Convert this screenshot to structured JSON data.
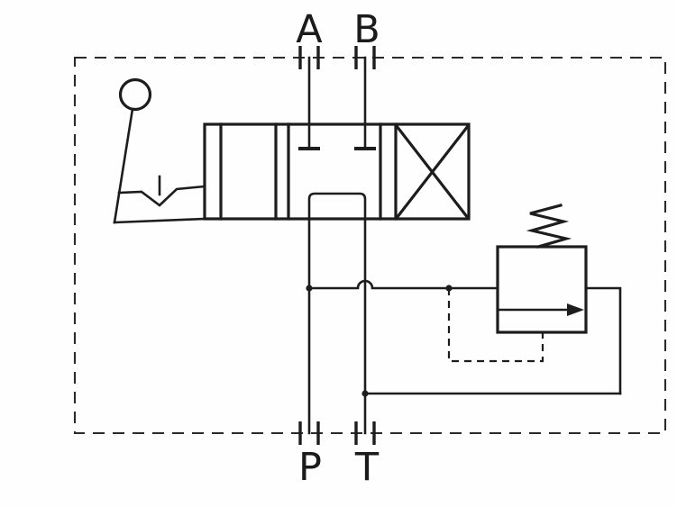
{
  "diagram": {
    "kind": "hydraulic-circuit-schematic",
    "ports": {
      "a": "A",
      "b": "B",
      "p": "P",
      "t": "T"
    },
    "components": [
      "enclosure-boundary",
      "manual-lever",
      "lever-detent",
      "directional-control-valve",
      "blocked-port-a",
      "blocked-port-b",
      "open-center-channel",
      "crossed-flow-position",
      "relief-valve",
      "relief-valve-spring",
      "pilot-line",
      "line-crossing-hop"
    ],
    "colors": {
      "line": "#1d1d1d",
      "background": "#ffffff"
    }
  }
}
